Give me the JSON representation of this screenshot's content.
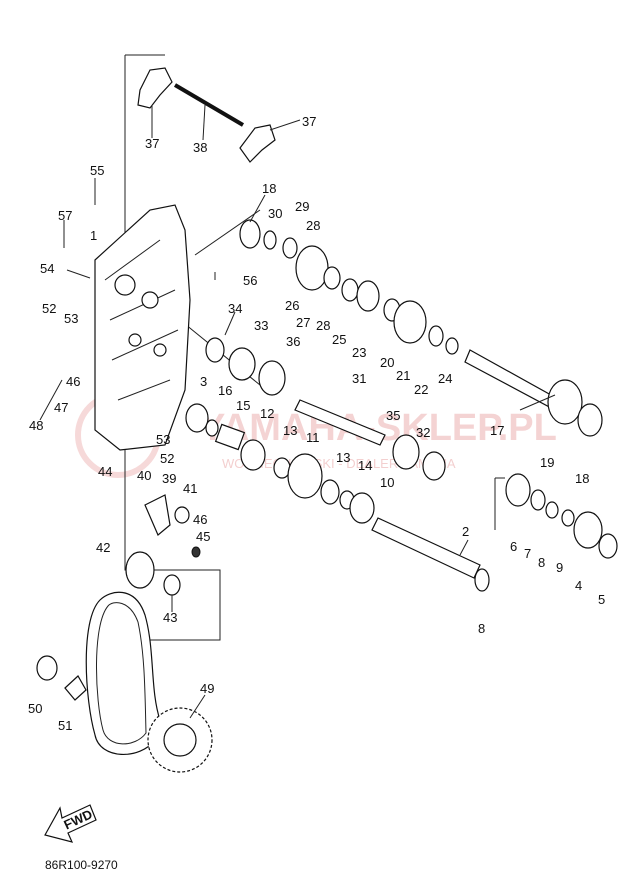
{
  "diagram_code": "86R100-9270",
  "fwd_label": "FWD",
  "watermark": {
    "main": "YAMAHA-SKLEP.PL",
    "sub": "WOJCIECHOWSKI - DEALER YAMAHA"
  },
  "callouts": {
    "p1": "1",
    "p2": "2",
    "p3": "3",
    "p4": "4",
    "p5": "5",
    "p6": "6",
    "p7": "7",
    "p8a": "8",
    "p8b": "8",
    "p9": "9",
    "p10": "10",
    "p11": "11",
    "p12": "12",
    "p13a": "13",
    "p13b": "13",
    "p14": "14",
    "p15": "15",
    "p16": "16",
    "p17": "17",
    "p18a": "18",
    "p18b": "18",
    "p19": "19",
    "p20": "20",
    "p21": "21",
    "p22": "22",
    "p23": "23",
    "p24": "24",
    "p25": "25",
    "p26": "26",
    "p27": "27",
    "p28a": "28",
    "p28b": "28",
    "p29": "29",
    "p30": "30",
    "p31": "31",
    "p32": "32",
    "p33": "33",
    "p34": "34",
    "p35": "35",
    "p36": "36",
    "p37a": "37",
    "p37b": "37",
    "p38": "38",
    "p39": "39",
    "p40": "40",
    "p41": "41",
    "p42": "42",
    "p43": "43",
    "p44": "44",
    "p45": "45",
    "p46a": "46",
    "p46b": "46",
    "p47": "47",
    "p48": "48",
    "p49": "49",
    "p50": "50",
    "p51": "51",
    "p52a": "52",
    "p52b": "52",
    "p53a": "53",
    "p53b": "53",
    "p54": "54",
    "p55": "55",
    "p56": "56",
    "p57": "57"
  }
}
